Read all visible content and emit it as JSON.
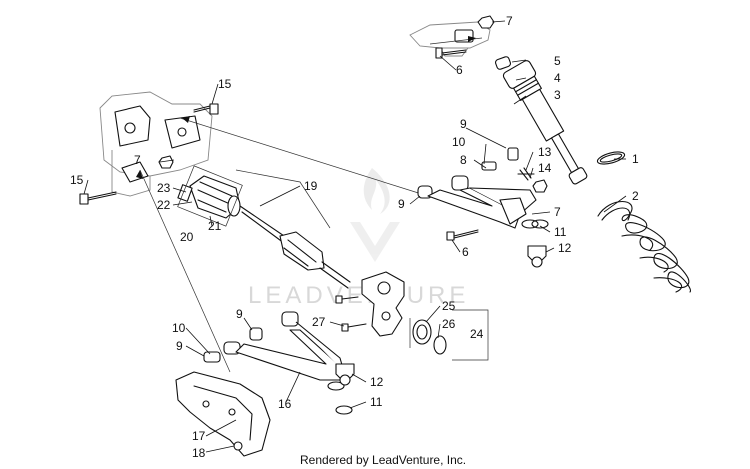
{
  "diagram": {
    "watermark": "LEADVENTURE",
    "footer": "Rendered by LeadVenture, Inc.",
    "callouts": {
      "c1": "1",
      "c2": "2",
      "c3": "3",
      "c4": "4",
      "c5": "5",
      "c6a": "6",
      "c6b": "6",
      "c7a": "7",
      "c7b": "7",
      "c7c": "7",
      "c8": "8",
      "c9a": "9",
      "c9b": "9",
      "c9c": "9",
      "c9d": "9",
      "c10a": "10",
      "c10b": "10",
      "c11a": "11",
      "c11b": "11",
      "c12a": "12",
      "c12b": "12",
      "c13": "13",
      "c14": "14",
      "c15a": "15",
      "c15b": "15",
      "c16": "16",
      "c17": "17",
      "c18": "18",
      "c19": "19",
      "c20": "20",
      "c21": "21",
      "c22": "22",
      "c23": "23",
      "c24": "24",
      "c25": "25",
      "c26": "26",
      "c27": "27"
    }
  }
}
